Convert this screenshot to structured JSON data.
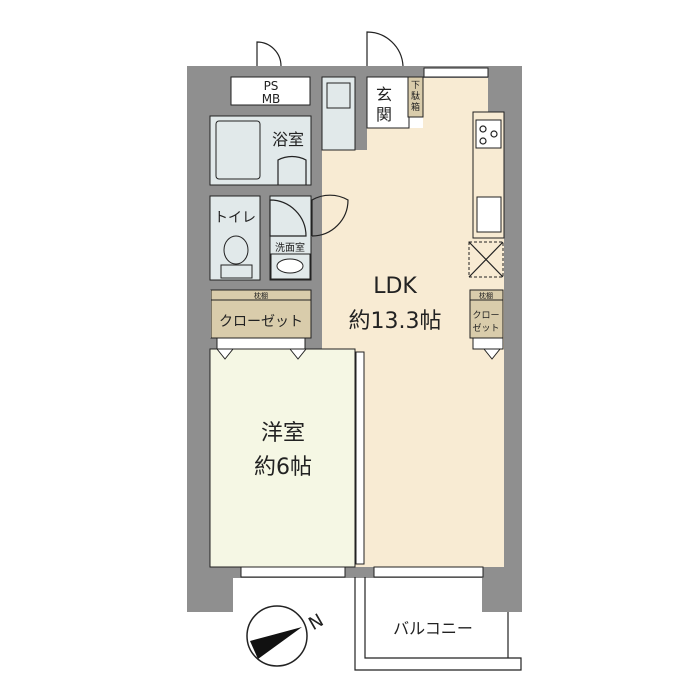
{
  "rooms": {
    "ps_mb": [
      "PS",
      "MB"
    ],
    "bath": "浴室",
    "toilet": "トイレ",
    "washroom": "洗面室",
    "entrance": [
      "玄",
      "関"
    ],
    "shoe_box": [
      "下",
      "駄",
      "箱"
    ],
    "ldk": {
      "name": "LDK",
      "size": "約13.3帖"
    },
    "bedroom": {
      "name": "洋室",
      "size": "約6帖"
    },
    "closet_left": {
      "shelf": "枕棚",
      "label": "クローゼット"
    },
    "closet_right": {
      "shelf": "枕棚",
      "label": [
        "クロー",
        "ゼット"
      ]
    },
    "balcony": "バルコニー"
  },
  "compass": {
    "label": "N"
  },
  "colors": {
    "wall": "#8f8f8f",
    "ldk": "#f8ebd3",
    "bedroom": "#f5f7e4",
    "wet_area": "#e1e9ea",
    "closet": "#d9ccab"
  }
}
